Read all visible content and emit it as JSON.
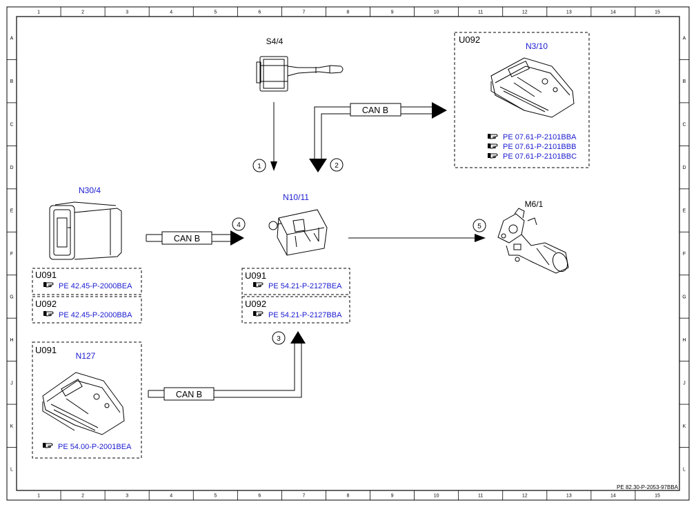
{
  "frame": {
    "columns": [
      "1",
      "2",
      "3",
      "4",
      "5",
      "6",
      "7",
      "8",
      "9",
      "10",
      "11",
      "12",
      "13",
      "14",
      "15"
    ],
    "rows": [
      "A",
      "B",
      "C",
      "D",
      "E",
      "F",
      "G",
      "H",
      "J",
      "K",
      "L"
    ],
    "doc_id": "PE 82.30-P-2053-97BBA"
  },
  "components": {
    "s4_4": {
      "label": "S4/4",
      "icon": "combination-switch-icon"
    },
    "n3_10": {
      "variant": "U092",
      "label": "N3/10",
      "icon": "control-unit-icon",
      "refs": [
        "PE 07.61-P-2101BBA",
        "PE 07.61-P-2101BBB",
        "PE 07.61-P-2101BBC"
      ]
    },
    "n30_4": {
      "label": "N30/4",
      "icon": "abs-unit-icon"
    },
    "n10_11": {
      "label": "N10/11",
      "icon": "sam-module-icon"
    },
    "m6_1": {
      "label": "M6/1",
      "icon": "wiper-motor-icon"
    },
    "n127": {
      "variant": "U091",
      "label": "N127",
      "icon": "control-unit-icon",
      "ref": "PE 54.00-P-2001BEA"
    }
  },
  "ref_boxes": {
    "n30_4_u091": {
      "variant": "U091",
      "ref": "PE 42.45-P-2000BEA"
    },
    "n30_4_u092": {
      "variant": "U092",
      "ref": "PE 42.45-P-2000BBA"
    },
    "n10_11_u091": {
      "variant": "U091",
      "ref": "PE 54.21-P-2127BEA"
    },
    "n10_11_u092": {
      "variant": "U092",
      "ref": "PE 54.21-P-2127BBA"
    }
  },
  "bus": {
    "label": "CAN B"
  },
  "markers": [
    "1",
    "2",
    "3",
    "4",
    "5"
  ],
  "colors": {
    "blue_text": "#1a1ad0",
    "line": "#000000"
  },
  "pointer_icon": "pointing-hand-icon"
}
